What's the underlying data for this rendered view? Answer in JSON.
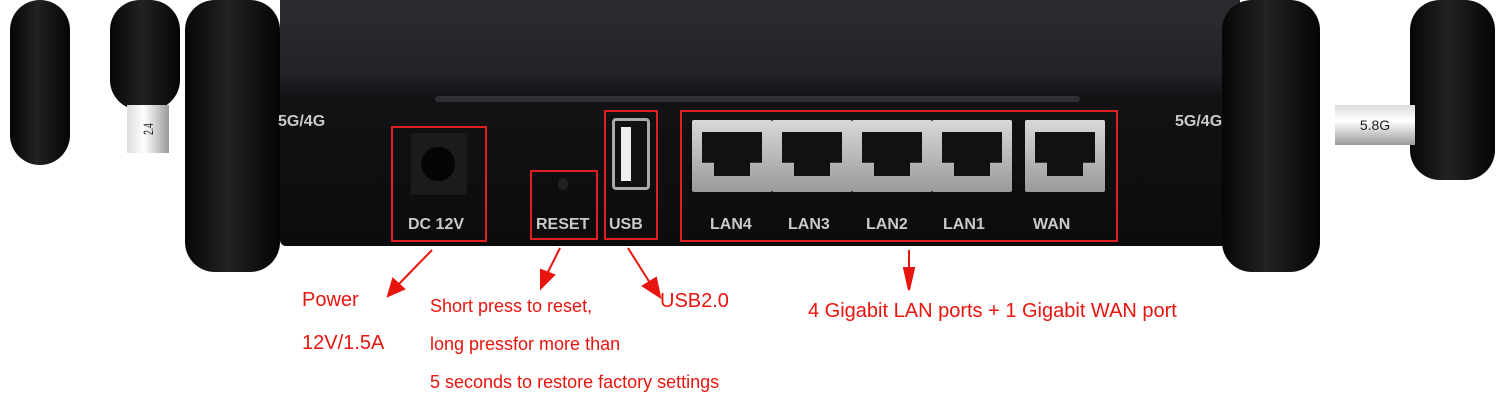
{
  "antenna_labels": {
    "left_band": "2.4",
    "right_band": "5.8G",
    "left_net": "5G/4G",
    "right_net": "5G/4G"
  },
  "panel": {
    "dc": "DC 12V",
    "reset": "RESET",
    "usb": "USB",
    "ports": [
      "LAN4",
      "LAN3",
      "LAN2",
      "LAN1",
      "WAN"
    ]
  },
  "annotations": {
    "power": [
      "Power",
      "12V/1.5A"
    ],
    "reset": [
      "Short press to reset,",
      "long pressfor more than",
      "5 seconds to restore factory settings"
    ],
    "usb": "USB2.0",
    "ports": "4 Gigabit LAN ports + 1 Gigabit WAN port"
  },
  "colors": {
    "annotation": "#e8140e",
    "body": "#111214"
  }
}
